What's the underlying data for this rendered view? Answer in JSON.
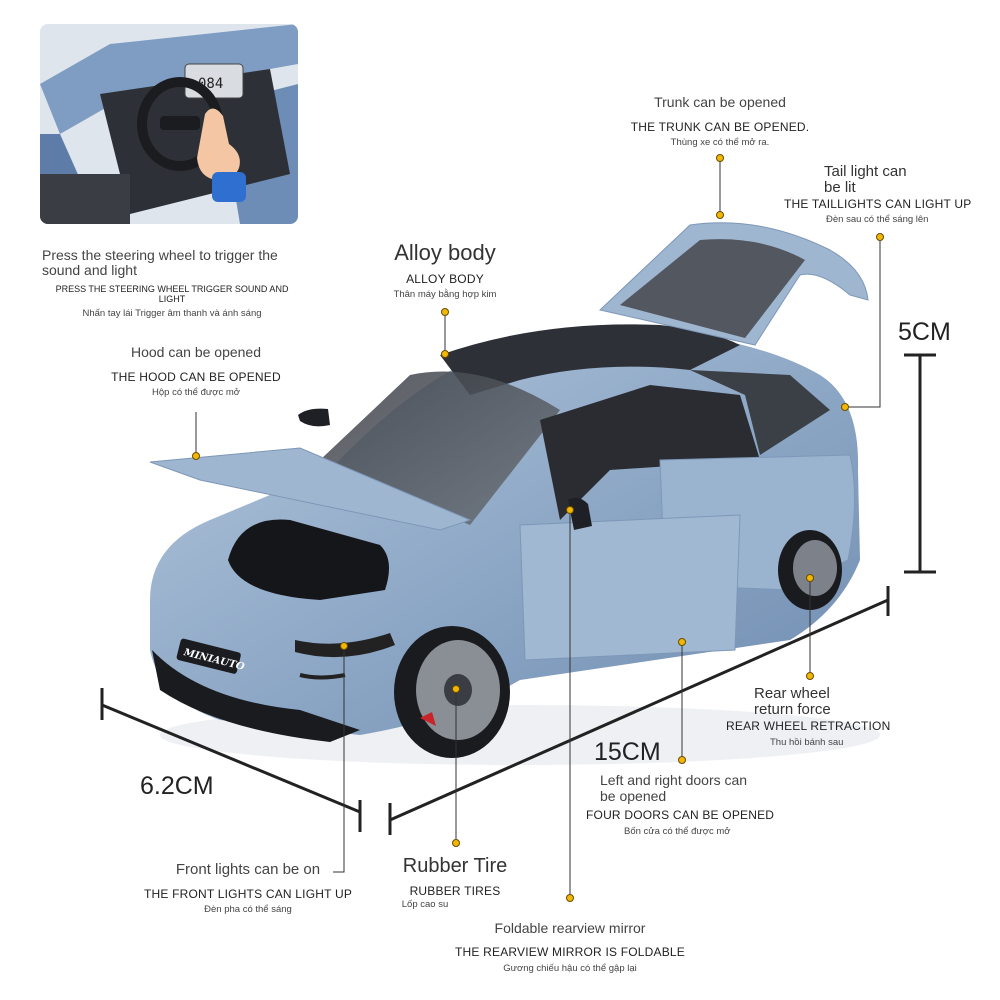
{
  "inset": {
    "dashboard_readout": "084",
    "caption": "Press the steering wheel to trigger the sound and light",
    "caption_caps": "PRESS THE STEERING WHEEL TRIGGER SOUND AND LIGHT",
    "caption_vi": "Nhấn tay lái Trigger âm thanh và ánh sáng"
  },
  "car": {
    "plate": "MINIAUTO",
    "body_color": "#8fa9c7"
  },
  "features": {
    "trunk": {
      "title": "Trunk can be opened",
      "caps": "THE TRUNK CAN BE OPENED.",
      "vi": "Thùng xe có thể mở ra."
    },
    "tail_light": {
      "title": "Tail light can be lit",
      "caps": "THE TAILLIGHTS CAN LIGHT UP",
      "vi": "Đèn sau có thể sáng lên"
    },
    "alloy_body": {
      "title": "Alloy body",
      "caps": "ALLOY BODY",
      "vi": "Thân máy bằng hợp kim"
    },
    "hood": {
      "title": "Hood can be opened",
      "caps": "THE HOOD CAN BE OPENED",
      "vi": "Hộp có thể được mở"
    },
    "rear_wheel": {
      "title": "Rear wheel return force",
      "caps": "REAR WHEEL RETRACTION",
      "vi": "Thu hồi bánh sau"
    },
    "doors": {
      "title": "Left and right doors can be opened",
      "caps": "FOUR DOORS CAN BE OPENED",
      "vi": "Bốn cửa có thể được mở"
    },
    "front_lights": {
      "title": "Front lights can be on",
      "caps": "THE FRONT LIGHTS CAN LIGHT UP",
      "vi": "Đèn pha có thể sáng"
    },
    "tire": {
      "title": "Rubber Tire",
      "caps": "RUBBER TIRES",
      "vi": "Lốp cao su"
    },
    "mirror": {
      "title": "Foldable rearview mirror",
      "caps": "THE REARVIEW MIRROR IS FOLDABLE",
      "vi": "Gương chiếu hậu có thể gập lại"
    }
  },
  "dimensions": {
    "height": "5CM",
    "length": "15CM",
    "width": "6.2CM"
  },
  "colors": {
    "marker": "#f2b705",
    "body": "#8fa9c7",
    "line": "#222222"
  }
}
